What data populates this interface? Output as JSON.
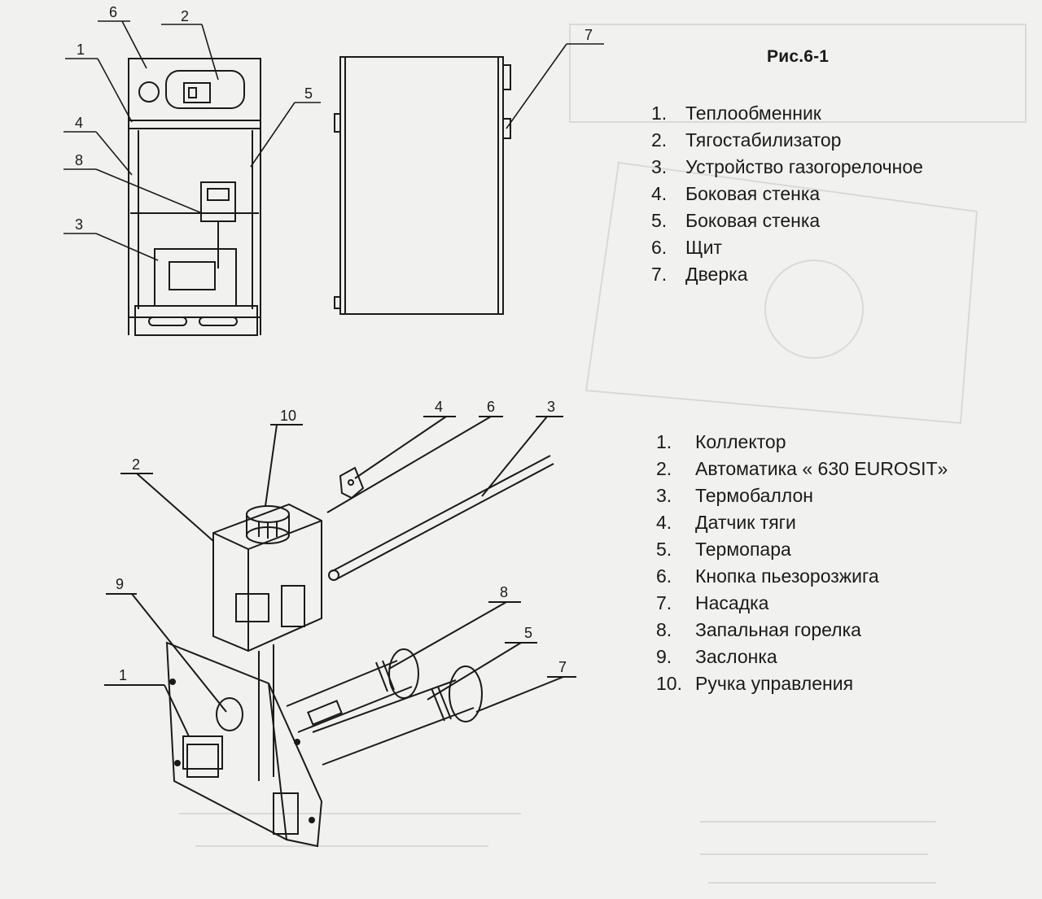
{
  "figure_title": "Рис.6-1",
  "legend_boiler": [
    {
      "num": "1.",
      "text": "Теплообменник"
    },
    {
      "num": "2.",
      "text": "Тягостабилизатор"
    },
    {
      "num": "3.",
      "text": "Устройство газогорелочное"
    },
    {
      "num": "4.",
      "text": "Боковая стенка"
    },
    {
      "num": "5.",
      "text": "Боковая стенка"
    },
    {
      "num": "6.",
      "text": "Щит"
    },
    {
      "num": "7.",
      "text": "Дверка"
    }
  ],
  "legend_burner": [
    {
      "num": "1.",
      "text": "Коллектор"
    },
    {
      "num": "2.",
      "text": "Автоматика « 630 EUROSIT»"
    },
    {
      "num": "3.",
      "text": "Термобаллон"
    },
    {
      "num": "4.",
      "text": "Датчик тяги"
    },
    {
      "num": "5.",
      "text": "Термопара"
    },
    {
      "num": "6.",
      "text": "Кнопка пьезорозжига"
    },
    {
      "num": "7.",
      "text": "Насадка"
    },
    {
      "num": "8.",
      "text": "Запальная горелка"
    },
    {
      "num": "9.",
      "text": "Заслонка"
    },
    {
      "num": "10.",
      "text": "Ручка управления"
    }
  ],
  "callouts_boiler": [
    "1",
    "2",
    "3",
    "4",
    "5",
    "6",
    "7",
    "8"
  ],
  "callouts_burner": [
    "1",
    "2",
    "3",
    "4",
    "5",
    "6",
    "7",
    "8",
    "9",
    "10"
  ],
  "colors": {
    "paper": "#f1f1ef",
    "ink": "#1a1a1a",
    "shade": "#9a9a98"
  }
}
